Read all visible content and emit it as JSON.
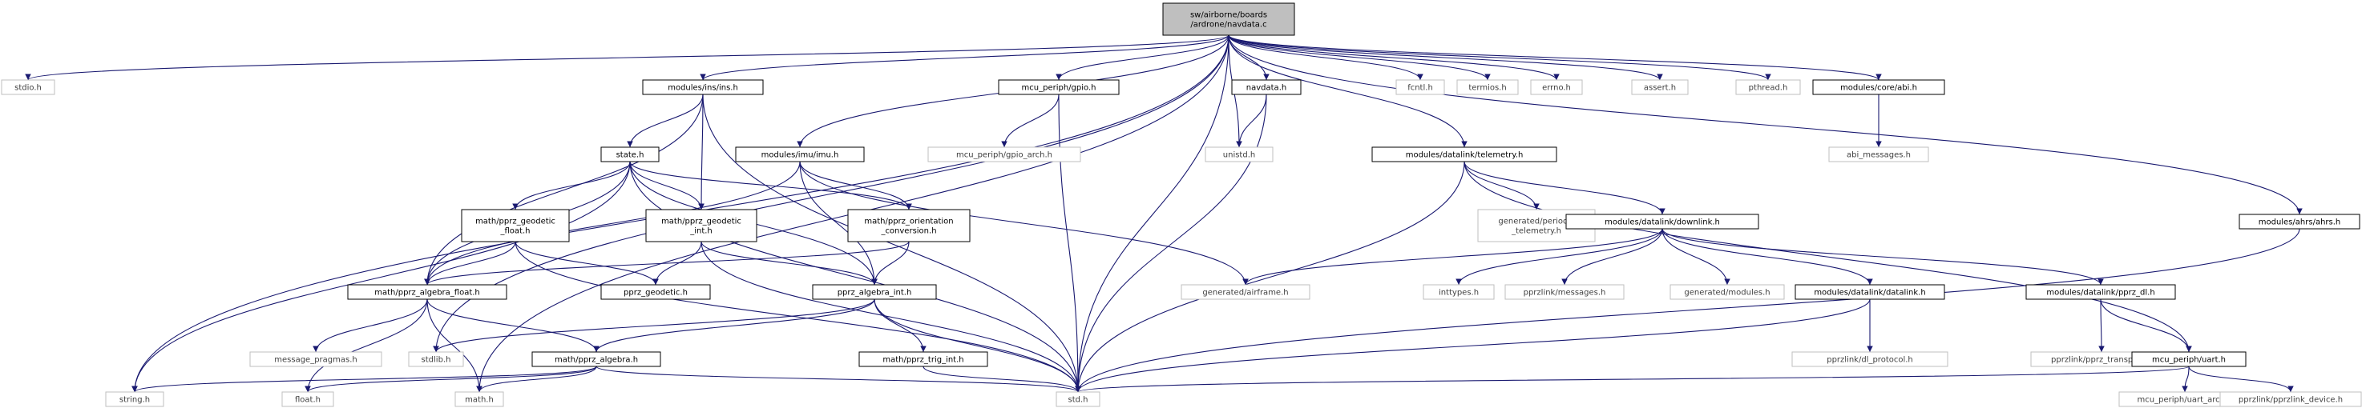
{
  "graph": {
    "colors": {
      "edge": "#191970",
      "root_fill": "#bfbfbf",
      "box_border": "#000000",
      "ext_border": "#bfbfbf"
    },
    "nodes": {
      "root": [
        "sw/airborne/boards",
        "/ardrone/navdata.c"
      ],
      "stdio": [
        "stdio.h"
      ],
      "ins": [
        "modules/ins/ins.h"
      ],
      "gpio": [
        "mcu_periph/gpio.h"
      ],
      "navdata_h": [
        "navdata.h"
      ],
      "fcntl": [
        "fcntl.h"
      ],
      "termios": [
        "termios.h"
      ],
      "errno": [
        "errno.h"
      ],
      "assert": [
        "assert.h"
      ],
      "pthread": [
        "pthread.h"
      ],
      "abi": [
        "modules/core/abi.h"
      ],
      "gpio_arch": [
        "mcu_periph/gpio_arch.h"
      ],
      "abi_messages": [
        "abi_messages.h"
      ],
      "state": [
        "state.h"
      ],
      "imu": [
        "modules/imu/imu.h"
      ],
      "unistd": [
        "unistd.h"
      ],
      "telemetry": [
        "modules/datalink/telemetry.h"
      ],
      "geodetic_float": [
        "math/pprz_geodetic",
        "_float.h"
      ],
      "geodetic_int": [
        "math/pprz_geodetic",
        "_int.h"
      ],
      "orient_conv": [
        "math/pprz_orientation",
        "_conversion.h"
      ],
      "periodic_tel": [
        "generated/periodic",
        "_telemetry.h"
      ],
      "downlink": [
        "modules/datalink/downlink.h"
      ],
      "ahrs": [
        "modules/ahrs/ahrs.h"
      ],
      "alg_float": [
        "math/pprz_algebra_float.h"
      ],
      "pprz_geodetic": [
        "pprz_geodetic.h"
      ],
      "alg_int": [
        "pprz_algebra_int.h"
      ],
      "airframe": [
        "generated/airframe.h"
      ],
      "inttypes": [
        "inttypes.h"
      ],
      "pprzlink_messages": [
        "pprzlink/messages.h"
      ],
      "gen_modules": [
        "generated/modules.h"
      ],
      "datalink": [
        "modules/datalink/datalink.h"
      ],
      "pprz_dl": [
        "modules/datalink/pprz_dl.h"
      ],
      "msg_pragmas": [
        "message_pragmas.h"
      ],
      "stdlib": [
        "stdlib.h"
      ],
      "alg": [
        "math/pprz_algebra.h"
      ],
      "trig_int": [
        "math/pprz_trig_int.h"
      ],
      "dl_protocol": [
        "pprzlink/dl_protocol.h"
      ],
      "pprz_transport": [
        "pprzlink/pprz_transport.h"
      ],
      "uart": [
        "mcu_periph/uart.h"
      ],
      "string": [
        "string.h"
      ],
      "float": [
        "float.h"
      ],
      "math": [
        "math.h"
      ],
      "std": [
        "std.h"
      ],
      "uart_arch": [
        "mcu_periph/uart_arch.h"
      ],
      "pprzlink_device": [
        "pprzlink/pprzlink_device.h"
      ]
    }
  }
}
